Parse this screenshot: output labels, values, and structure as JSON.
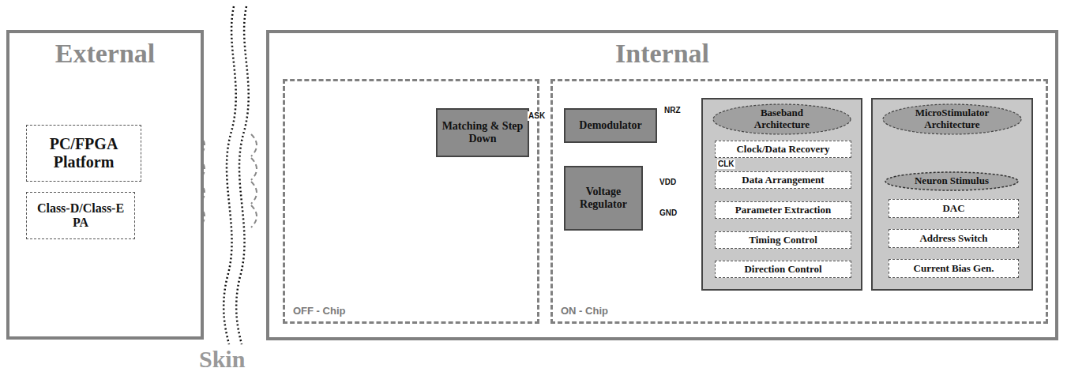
{
  "diagram": {
    "nodes": [
      {
        "text": [
          "External"
        ]
      },
      {
        "text": [
          "PC/FPGA Platform"
        ],
        "in": 0
      },
      {
        "text": [
          "Class-D/Class-E PA"
        ],
        "in": 0
      },
      {
        "text": [
          "Internal"
        ]
      },
      {
        "text": [
          "OFF - Chip"
        ],
        "in": 3
      },
      {
        "text": [
          "Matching & Step Down"
        ],
        "in": 4
      },
      {
        "text": [
          "ON - Chip"
        ],
        "in": 3
      },
      {
        "text": [
          "Demodulator"
        ],
        "in": 6
      },
      {
        "text": [
          "Voltage Regulator"
        ],
        "in": 6
      },
      {
        "text": [
          "Baseband Architecture"
        ],
        "in": 6
      },
      {
        "text": [
          "Clock/Data Recovery"
        ],
        "in": 9
      },
      {
        "text": [
          "Data Arrangement"
        ],
        "in": 9
      },
      {
        "text": [
          "Parameter Extraction"
        ],
        "in": 9
      },
      {
        "text": [
          "Timing Control"
        ],
        "in": 9
      },
      {
        "text": [
          "Direction Control"
        ],
        "in": 9
      },
      {
        "text": [
          "MicroStimulator Architecture"
        ],
        "in": 6
      },
      {
        "text": [
          "Neuron Stimulus"
        ],
        "in": 15
      },
      {
        "text": [
          "DAC"
        ],
        "in": 15
      },
      {
        "text": [
          "Address Switch"
        ],
        "in": 15
      },
      {
        "text": [
          "Current Bias Gen."
        ],
        "in": 15
      }
    ],
    "edges": [
      {
        "from": 1,
        "to": 2,
        "arrow": "to"
      },
      {
        "from": 5,
        "to": 7,
        "label": "ASK",
        "arrow": "none"
      },
      {
        "from": 7,
        "to": 10,
        "label": "NRZ",
        "arrow": "to"
      },
      {
        "from": 10,
        "to": 11,
        "arrow": "to"
      },
      {
        "from": 11,
        "to": 12,
        "arrow": "to"
      },
      {
        "from": 12,
        "to": 13,
        "arrow": "to"
      },
      {
        "from": 13,
        "to": 14,
        "arrow": "to"
      },
      {
        "from": 10,
        "to": 11,
        "label": "CLK",
        "arrow": "to"
      },
      {
        "from": 10,
        "to": 12,
        "arrow": "to"
      },
      {
        "from": 10,
        "to": 13,
        "arrow": "to"
      },
      {
        "from": 10,
        "to": 14,
        "arrow": "to"
      },
      {
        "from": 14,
        "to": 19,
        "arrow": "to"
      },
      {
        "from": 19,
        "to": 18,
        "arrow": "to"
      },
      {
        "from": 18,
        "to": 17,
        "arrow": "to"
      },
      {
        "from": 17,
        "to": 16,
        "arrow": "to"
      },
      {
        "from": 8,
        "to": 9,
        "label": "VDD",
        "arrow": "none"
      },
      {
        "from": 8,
        "to": 15,
        "label": "GND",
        "arrow": "none"
      }
    ],
    "labels": [
      "Skin"
    ]
  }
}
